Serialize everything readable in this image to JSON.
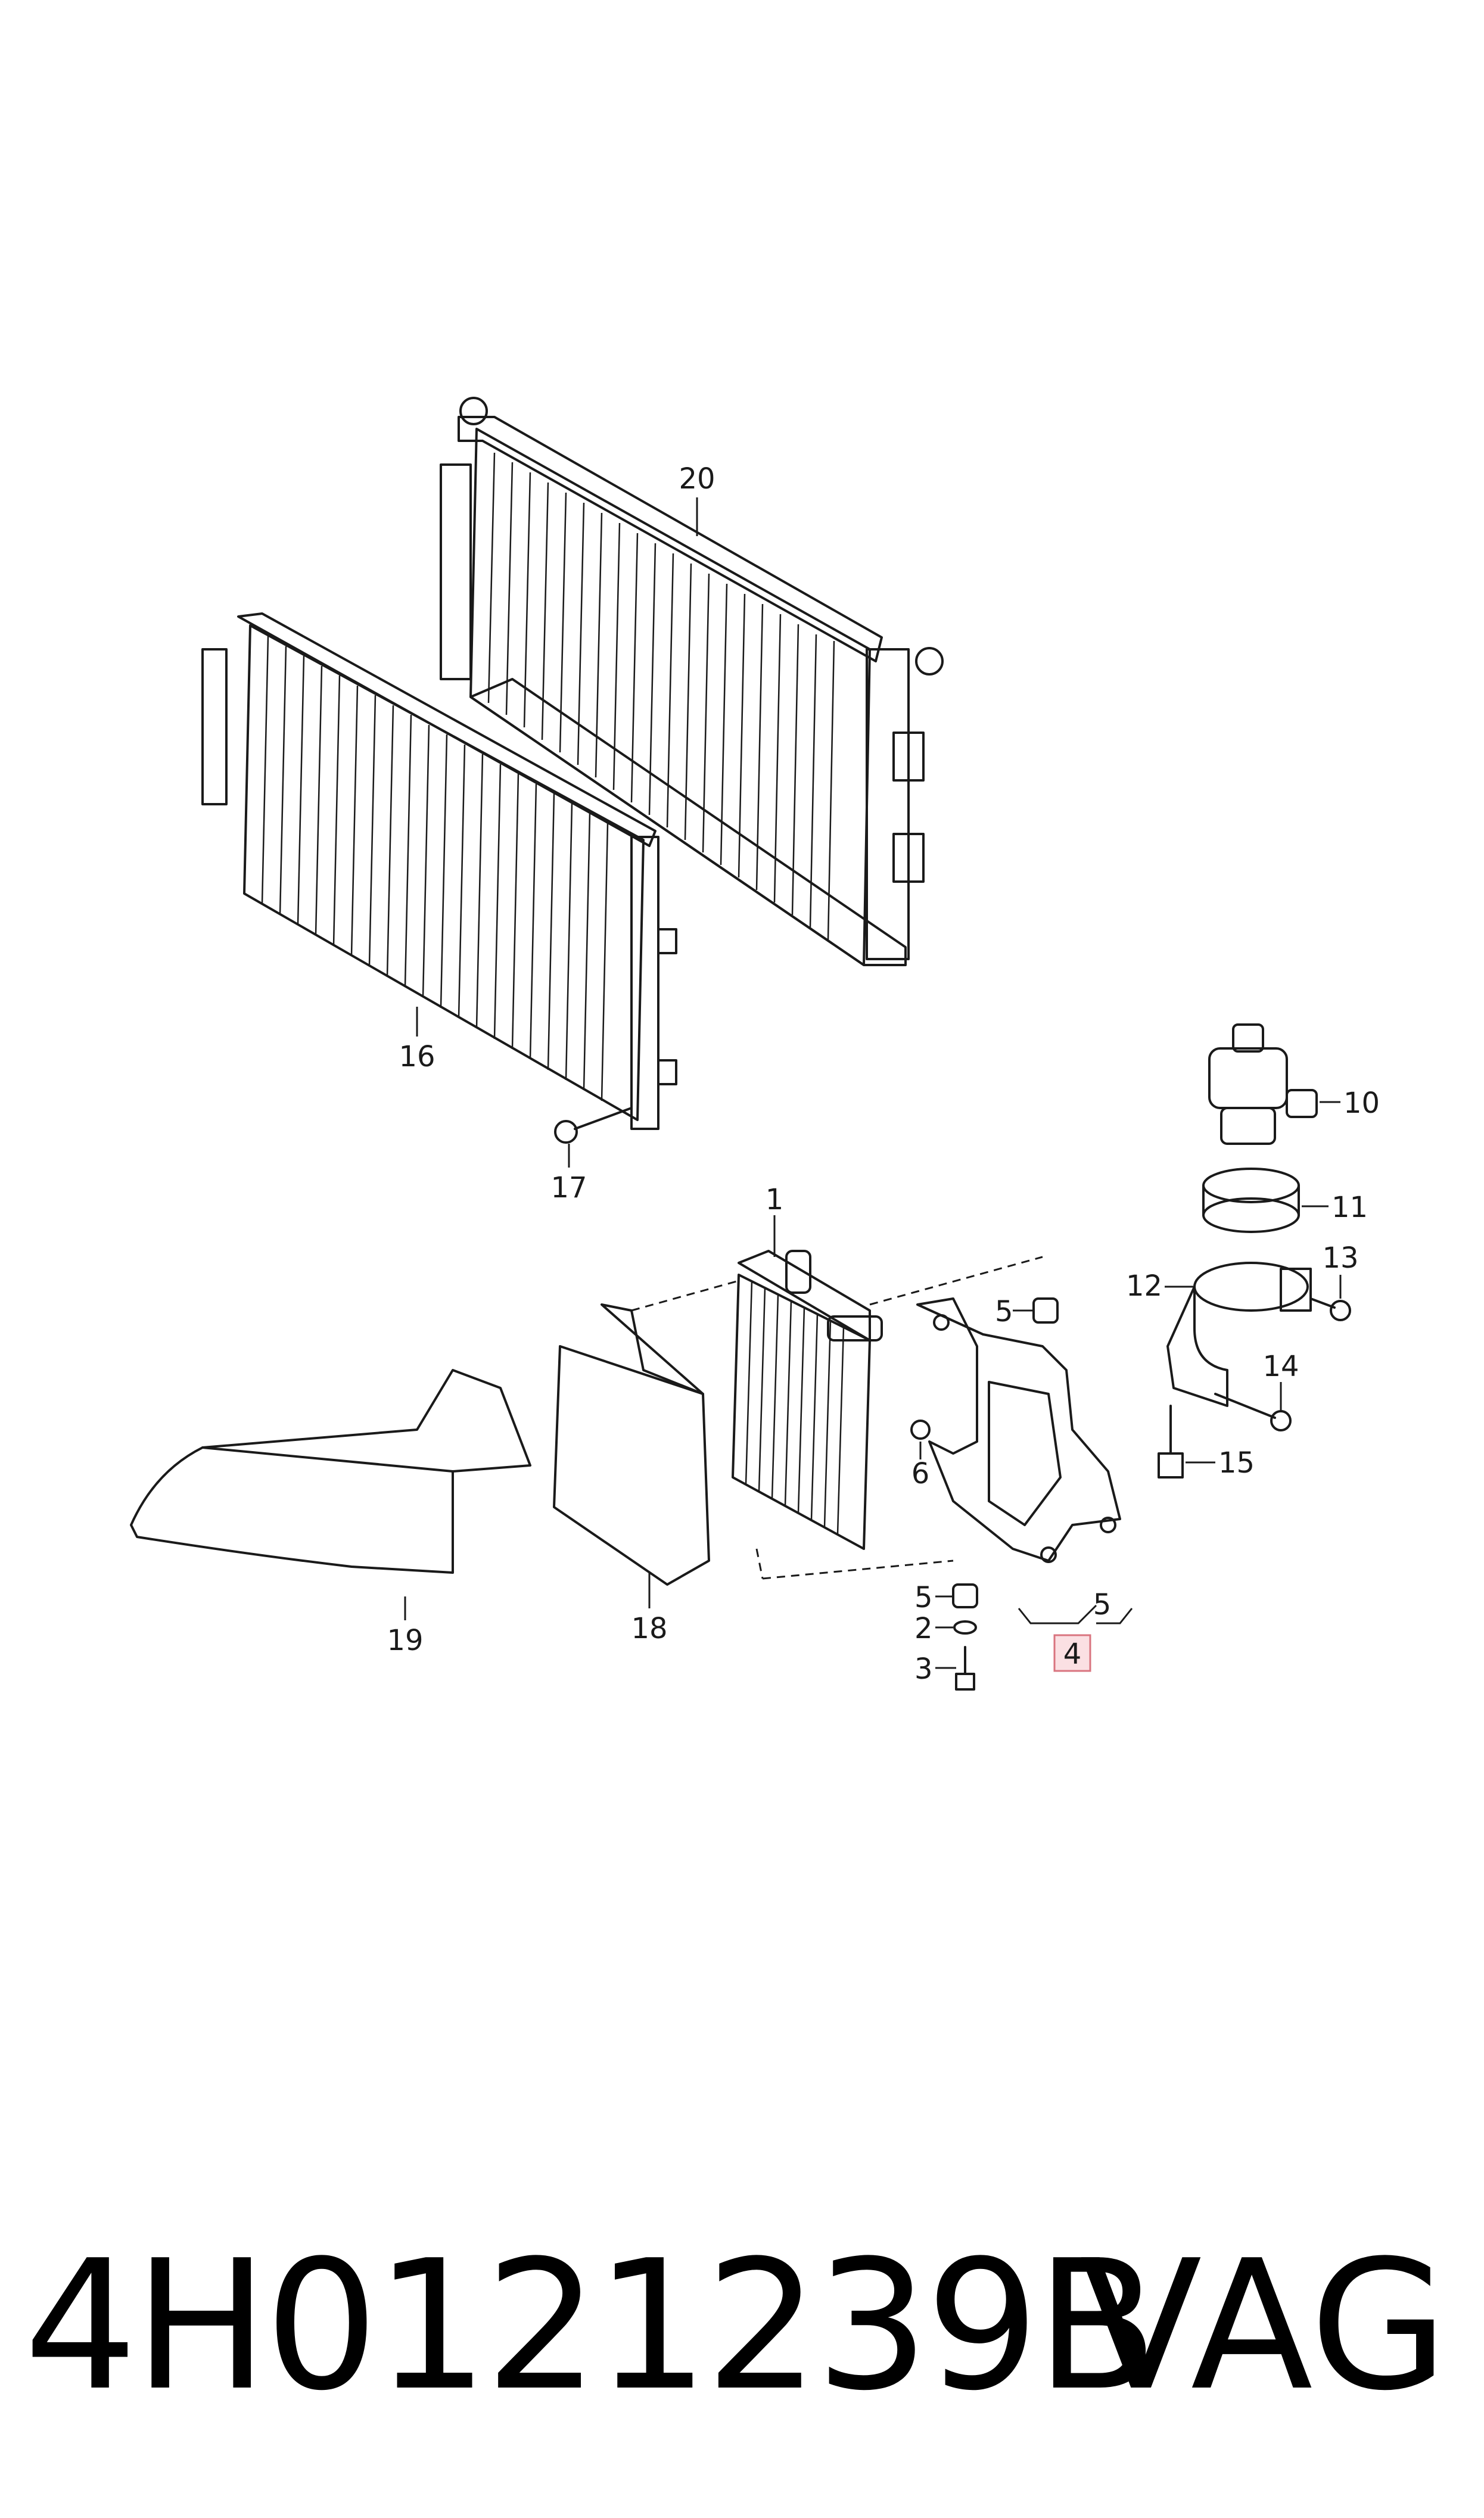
{
  "diagram": {
    "callouts": [
      {
        "id": "20",
        "label": "20"
      },
      {
        "id": "16",
        "label": "16"
      },
      {
        "id": "17",
        "label": "17"
      },
      {
        "id": "10",
        "label": "10"
      },
      {
        "id": "11",
        "label": "11"
      },
      {
        "id": "12",
        "label": "12"
      },
      {
        "id": "13",
        "label": "13"
      },
      {
        "id": "14",
        "label": "14"
      },
      {
        "id": "15",
        "label": "15"
      },
      {
        "id": "1",
        "label": "1"
      },
      {
        "id": "5a",
        "label": "5"
      },
      {
        "id": "6",
        "label": "6"
      },
      {
        "id": "19",
        "label": "19"
      },
      {
        "id": "18",
        "label": "18"
      },
      {
        "id": "5b",
        "label": "5"
      },
      {
        "id": "2",
        "label": "2"
      },
      {
        "id": "3",
        "label": "3"
      },
      {
        "id": "5c",
        "label": "5"
      },
      {
        "id": "4",
        "label": "4"
      }
    ],
    "highlighted_part": "4",
    "highlight_color": "#fbe0e3"
  },
  "footer": {
    "part_number": "4H0121239B",
    "brand": "VAG"
  }
}
